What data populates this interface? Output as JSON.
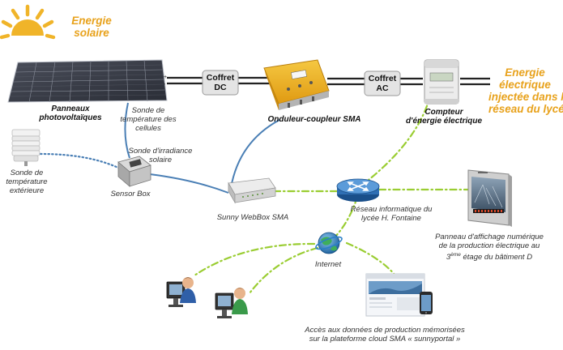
{
  "energie_solaire": [
    "Energie",
    "solaire"
  ],
  "energie_injectee": [
    "Energie",
    "électrique",
    "injectée dans le",
    "réseau du lycée"
  ],
  "panneaux": [
    "Panneaux",
    "photovoltaïques"
  ],
  "sonde_temp_cellules": [
    "Sonde de",
    "température des",
    "cellules"
  ],
  "coffret_dc": [
    "Coffret",
    "DC"
  ],
  "coffret_ac": [
    "Coffret",
    "AC"
  ],
  "onduleur": "Onduleur-coupleur SMA",
  "compteur": [
    "Compteur",
    "d'énergie électrique"
  ],
  "sonde_temp_ext": [
    "Sonde de",
    "température",
    "extérieure"
  ],
  "sonde_irradiance": [
    "Sonde d'irradiance",
    "solaire"
  ],
  "sensor_box": "Sensor Box",
  "webbox": "Sunny WebBox SMA",
  "reseau": [
    "Réseau informatique du",
    "lycée H. Fontaine"
  ],
  "panneau_affichage": {
    "line1": "Panneau d'affichage numérique",
    "line2": "de la production électrique au",
    "line3_num": "3",
    "line3_sup": "ème",
    "line3_rest": " étage du bâtiment D"
  },
  "internet": "Internet",
  "acces": [
    "Accès aux données de production mémorisées",
    "sur la plateforme cloud SMA « sunnyportal »"
  ],
  "colors": {
    "orange": "#e8a21c",
    "green_dashes": "#9acd32",
    "blue_dots": "#4a7fb5",
    "cable": "#222222"
  }
}
